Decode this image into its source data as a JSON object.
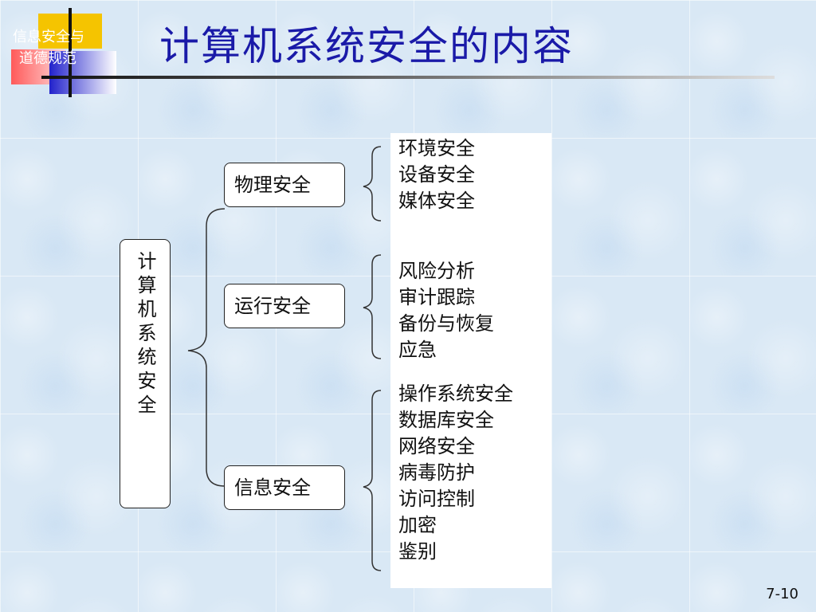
{
  "logo": {
    "line1": "信息安全与",
    "line2": "道德规范"
  },
  "title": "计算机系统安全的内容",
  "root": "计算机系统安全",
  "categories": [
    {
      "label": "物理安全",
      "items": [
        "环境安全",
        "设备安全",
        "媒体安全"
      ]
    },
    {
      "label": "运行安全",
      "items": [
        "风险分析",
        "审计跟踪",
        "备份与恢复",
        "应急"
      ]
    },
    {
      "label": "信息安全",
      "items": [
        "操作系统安全",
        "数据库安全",
        "网络安全",
        "病毒防护",
        "访问控制",
        "加密",
        "鉴别"
      ]
    }
  ],
  "page_number": "7-10"
}
